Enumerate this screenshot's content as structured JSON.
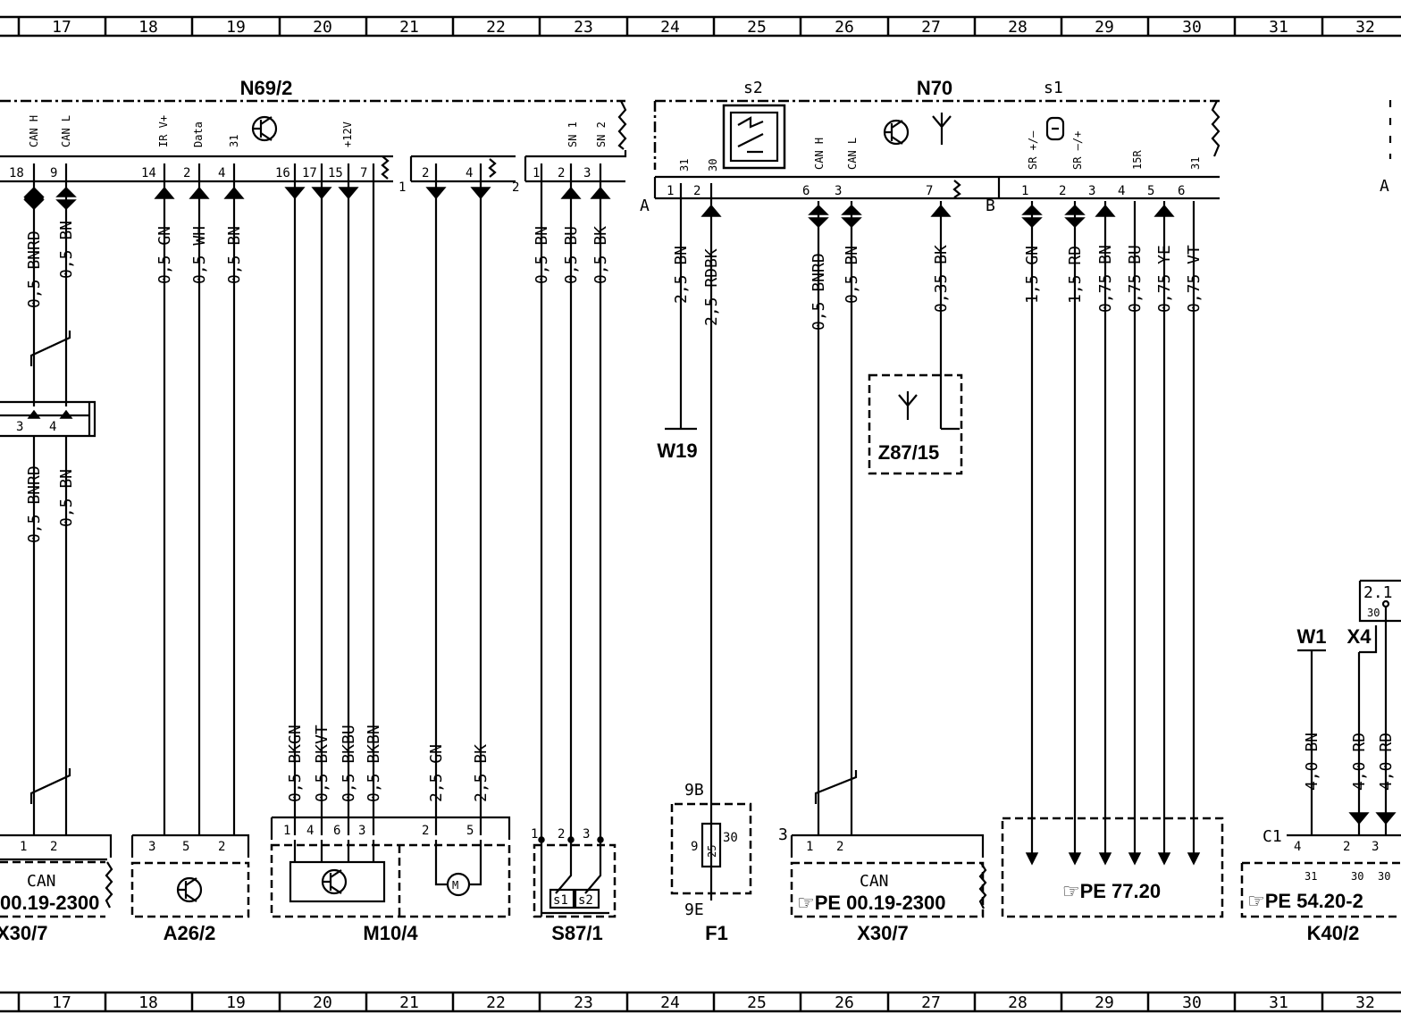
{
  "grid": [
    "17",
    "18",
    "19",
    "20",
    "21",
    "22",
    "23",
    "24",
    "25",
    "26",
    "27",
    "28",
    "29",
    "30",
    "31",
    "32"
  ],
  "components": {
    "n69": {
      "label": "N69/2"
    },
    "n70": {
      "label": "N70",
      "s1": "s1",
      "s2": "s2",
      "connA": "A",
      "connB": "B"
    },
    "x30_left": {
      "label": "X30/7",
      "can": "CAN",
      "ref": "00.19-2300"
    },
    "a26": {
      "label": "A26/2"
    },
    "m10": {
      "label": "M10/4"
    },
    "s87": {
      "label": "S87/1",
      "sw1": "s1",
      "sw2": "s2"
    },
    "f1": {
      "label": "F1",
      "top": "9B",
      "bottom": "9E",
      "left": "9",
      "right": "30",
      "fuse": "25"
    },
    "x30_mid": {
      "label": "X30/7",
      "can": "CAN",
      "ref": "☞PE  00.19-2300",
      "pin": "3"
    },
    "pe7720": {
      "ref": "☞PE  77.20"
    },
    "k40": {
      "label": "K40/2",
      "ref": "☞PE  54.20-2",
      "conn": "C1",
      "box": "2.1",
      "boxpin": "30"
    },
    "w19": {
      "label": "W19"
    },
    "z87": {
      "label": "Z87/15"
    },
    "w1": {
      "label": "W1"
    },
    "x4": {
      "label": "X4"
    },
    "edgeA": "A",
    "groups": {
      "g1": "1",
      "g2": "2"
    }
  },
  "pin_labels": [
    {
      "id": "p1",
      "text": "CAN H"
    },
    {
      "id": "p2",
      "text": "CAN L"
    },
    {
      "id": "p3",
      "text": "IR V+"
    },
    {
      "id": "p4",
      "text": "Data"
    },
    {
      "id": "p5",
      "text": "31"
    },
    {
      "id": "p6",
      "text": "+12V"
    },
    {
      "id": "p7",
      "text": "SN 1"
    },
    {
      "id": "p8",
      "text": "SN 2"
    },
    {
      "id": "p9",
      "text": "31"
    },
    {
      "id": "p10",
      "text": "30"
    },
    {
      "id": "p11",
      "text": "CAN H"
    },
    {
      "id": "p12",
      "text": "CAN L"
    },
    {
      "id": "p13",
      "text": "SR +/–"
    },
    {
      "id": "p14",
      "text": "SR –/+"
    },
    {
      "id": "p15",
      "text": "15R"
    },
    {
      "id": "p16",
      "text": "31"
    }
  ],
  "pins": {
    "n69": [
      "18",
      "9",
      "14",
      "2",
      "4",
      "16",
      "17",
      "15",
      "7",
      "2",
      "4",
      "1",
      "2",
      "3"
    ],
    "n70a": [
      "1",
      "2",
      "6",
      "3",
      "7"
    ],
    "n70b": [
      "1",
      "2",
      "3",
      "4",
      "5",
      "6"
    ],
    "xl": [
      "3",
      "4"
    ],
    "x30l": [
      "1",
      "2"
    ],
    "a26": [
      "3",
      "5",
      "2"
    ],
    "m10": [
      "1",
      "4",
      "6",
      "3",
      "2",
      "5"
    ],
    "s87": [
      "1",
      "2",
      "3"
    ],
    "x30m": [
      "1",
      "2"
    ],
    "k40": [
      "4",
      "2",
      "3",
      "31",
      "30",
      "30"
    ]
  },
  "wires": [
    {
      "id": "wa",
      "text": "0,5  BNRD"
    },
    {
      "id": "wb",
      "text": "0,5  BN"
    },
    {
      "id": "wa2",
      "text": "0,5  BNRD"
    },
    {
      "id": "wb2",
      "text": "0,5  BN"
    },
    {
      "id": "wc",
      "text": "0,5  GN"
    },
    {
      "id": "wd",
      "text": "0,5  WH"
    },
    {
      "id": "we",
      "text": "0,5  BN"
    },
    {
      "id": "wf",
      "text": "0,5  BKGN"
    },
    {
      "id": "wg",
      "text": "0,5  BKVT"
    },
    {
      "id": "wh",
      "text": "0,5  BKBU"
    },
    {
      "id": "wi",
      "text": "0,5  BKBN"
    },
    {
      "id": "wj",
      "text": "2,5  GN"
    },
    {
      "id": "wk",
      "text": "2,5  BK"
    },
    {
      "id": "wl",
      "text": "0,5  BN"
    },
    {
      "id": "wm",
      "text": "0,5  BU"
    },
    {
      "id": "wn",
      "text": "0,5  BK"
    },
    {
      "id": "wo",
      "text": "2,5  BN"
    },
    {
      "id": "wp",
      "text": "2,5  RDBK"
    },
    {
      "id": "wq",
      "text": "0,5  BNRD"
    },
    {
      "id": "wr",
      "text": "0,5  BN"
    },
    {
      "id": "ws",
      "text": "0,35  BK"
    },
    {
      "id": "wt",
      "text": "1,5  GN"
    },
    {
      "id": "wu",
      "text": "1,5  RD"
    },
    {
      "id": "wv",
      "text": "0,75  BN"
    },
    {
      "id": "ww",
      "text": "0,75  BU"
    },
    {
      "id": "wx",
      "text": "0,75  YE"
    },
    {
      "id": "wy",
      "text": "0,75  VT"
    },
    {
      "id": "wz",
      "text": "4,0  BN"
    },
    {
      "id": "w2",
      "text": "4,0  RD"
    },
    {
      "id": "w3",
      "text": "4,0  RD"
    }
  ]
}
